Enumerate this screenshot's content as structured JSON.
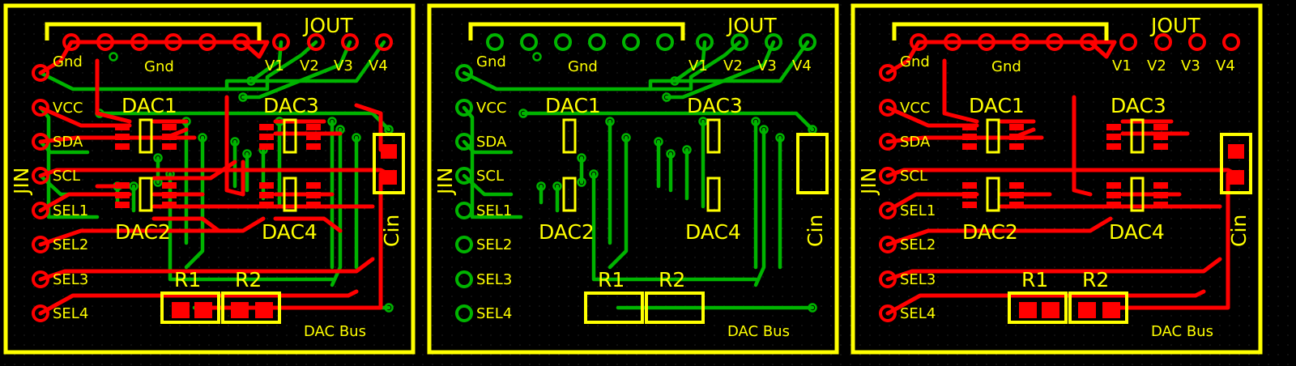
{
  "colors": {
    "background": "#000000",
    "silkscreen": "#ffff00",
    "top_copper": "#ff0000",
    "bottom_copper": "#00b400",
    "grid_dots": "#404040"
  },
  "panels": [
    {
      "view": "both-layers"
    },
    {
      "view": "bottom-layer"
    },
    {
      "view": "top-layer"
    }
  ],
  "labels": {
    "jout": "JOUT",
    "jin": "JIN",
    "gnd_pin": "Gnd",
    "gnd_net": "Gnd",
    "v1": "V1",
    "v2": "V2",
    "v3": "V3",
    "v4": "V4",
    "vcc": "VCC",
    "sda": "SDA",
    "scl": "SCL",
    "sel1": "SEL1",
    "sel2": "SEL2",
    "sel3": "SEL3",
    "sel4": "SEL4",
    "dac1": "DAC1",
    "dac2": "DAC2",
    "dac3": "DAC3",
    "dac4": "DAC4",
    "r1": "R1",
    "r2": "R2",
    "cin": "Cin",
    "dac_bus": "DAC Bus"
  }
}
